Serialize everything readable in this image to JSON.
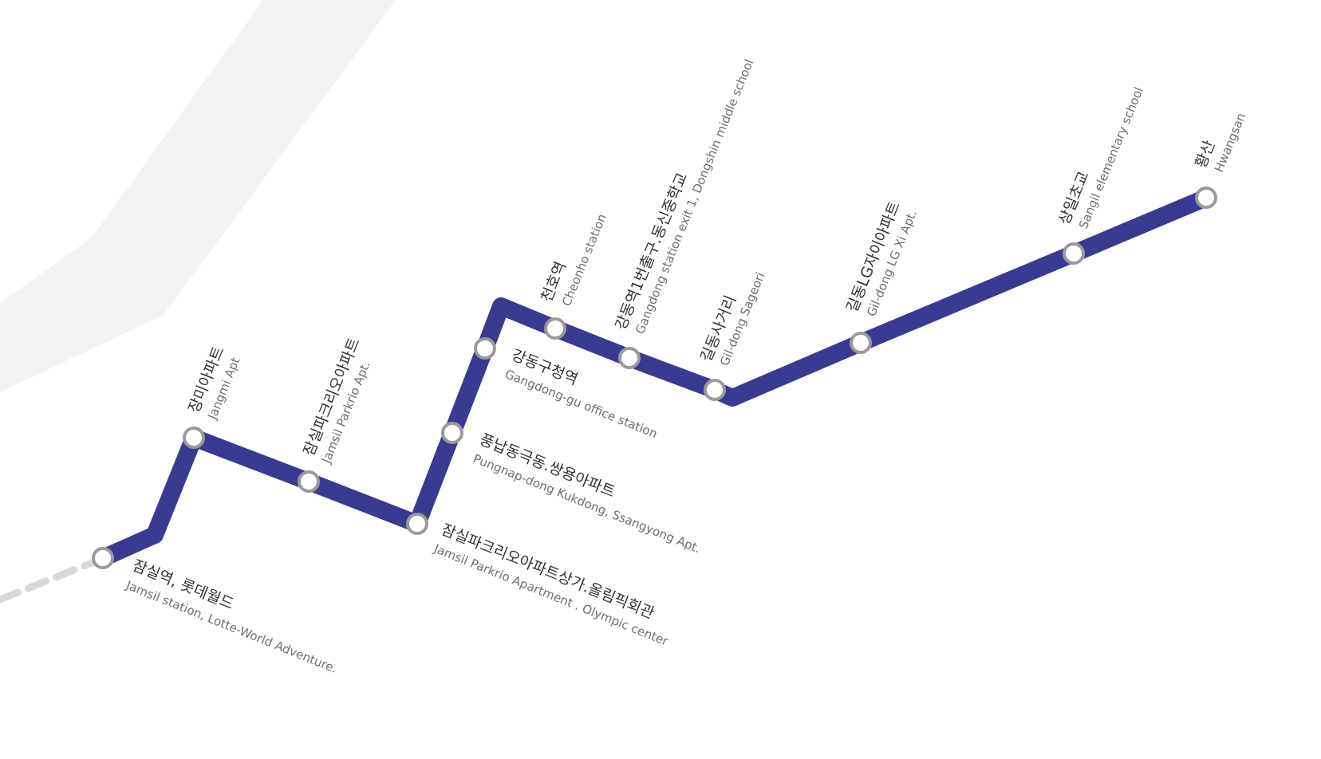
{
  "colors": {
    "route": "#3a3a92",
    "background_band": "#f3f3f3",
    "dashed_connector": "#d8d8d8",
    "stop_fill": "#ffffff",
    "stop_stroke": "#9a9a9a",
    "label_korean": "#333333",
    "label_english": "#6f6f6f"
  },
  "stations": [
    {
      "id": "jamsil",
      "ko": "잠실역, 롯데월드",
      "en": "Jamsil station, Lotte-World Adventure."
    },
    {
      "id": "jangmi",
      "ko": "장미아파트",
      "en": "Jangmi Apt"
    },
    {
      "id": "jamsil-parkrio",
      "ko": "잠실파크리오아파트",
      "en": "Jamsil Parkrio Apt."
    },
    {
      "id": "parkrio-olympic",
      "ko": "잠실파크리오아파트상가.올림픽회관",
      "en": "Jamsil Parkrio Apartment . Olympic center"
    },
    {
      "id": "pungnap",
      "ko": "풍납동극동.쌍용아파트",
      "en": "Pungnap-dong Kukdong, Ssangyong Apt."
    },
    {
      "id": "gangdong-gu-office",
      "ko": "강동구청역",
      "en": "Gangdong-gu office station"
    },
    {
      "id": "cheonho",
      "ko": "천호역",
      "en": "Cheonho station"
    },
    {
      "id": "gangdong-exit1",
      "ko": "강동역1번출구.동신중학교",
      "en": "Gangdong station exit 1, Dongshin middle school"
    },
    {
      "id": "gil-dong-sageori",
      "ko": "길동사거리",
      "en": "Gil-dong Sageori"
    },
    {
      "id": "gil-dong-lg",
      "ko": "길동LG자이아파트",
      "en": "Gil-dong LG Xi Apt."
    },
    {
      "id": "sangil",
      "ko": "상일초교",
      "en": "Sangil elementary school"
    },
    {
      "id": "hwangsan",
      "ko": "황산",
      "en": "Hwangsan"
    }
  ]
}
